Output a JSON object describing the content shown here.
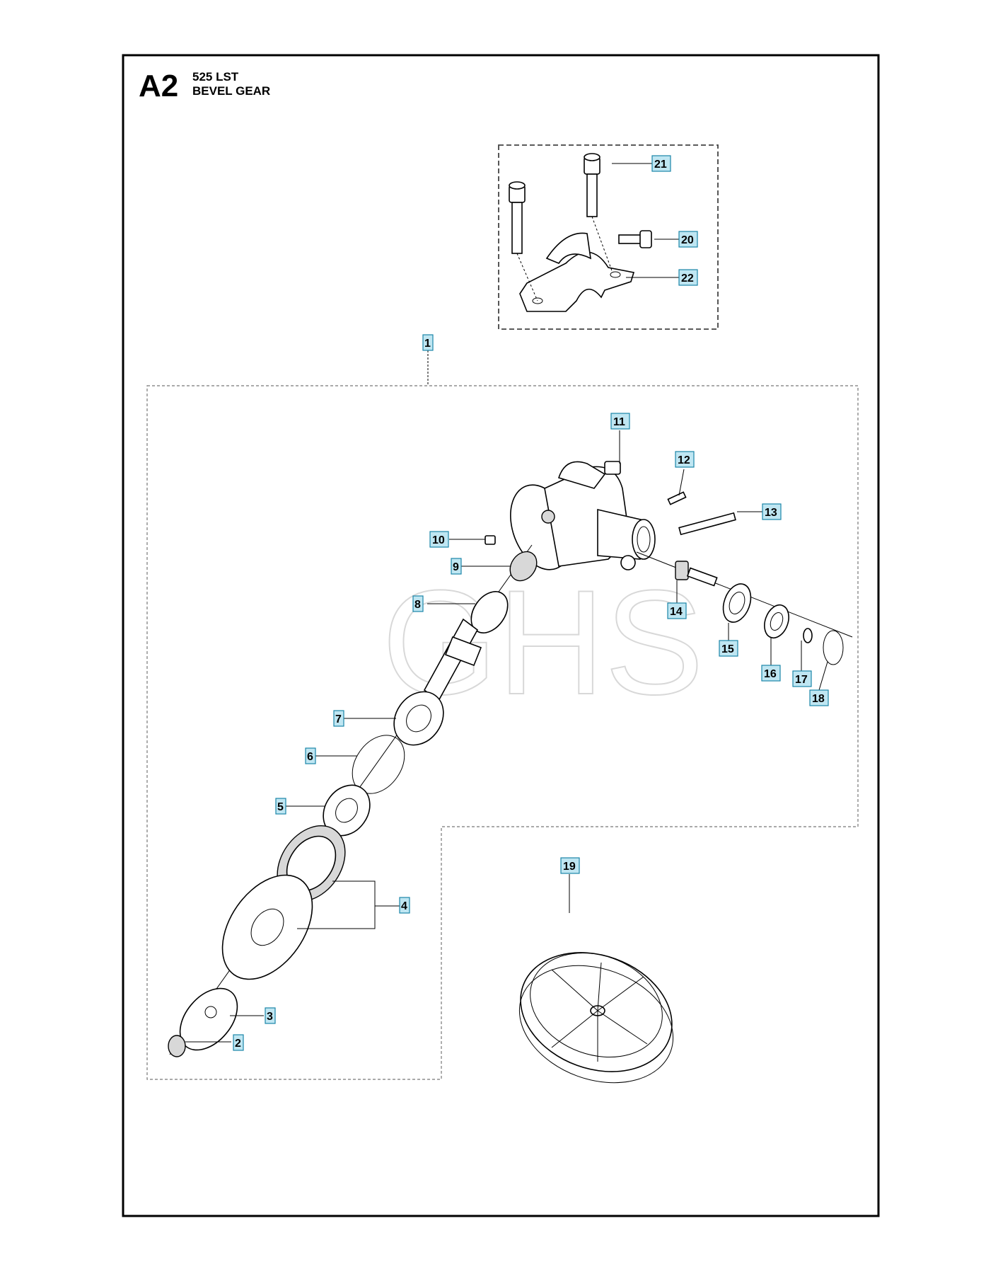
{
  "header": {
    "section_code": "A2",
    "model": "525 LST",
    "title": "BEVEL GEAR"
  },
  "watermark": {
    "text": "GHS"
  },
  "callouts": [
    {
      "id": "c1",
      "label": "1"
    },
    {
      "id": "c2",
      "label": "2"
    },
    {
      "id": "c3",
      "label": "3"
    },
    {
      "id": "c4",
      "label": "4"
    },
    {
      "id": "c5",
      "label": "5"
    },
    {
      "id": "c6",
      "label": "6"
    },
    {
      "id": "c7",
      "label": "7"
    },
    {
      "id": "c8",
      "label": "8"
    },
    {
      "id": "c9",
      "label": "9"
    },
    {
      "id": "c10",
      "label": "10"
    },
    {
      "id": "c11",
      "label": "11"
    },
    {
      "id": "c12",
      "label": "12"
    },
    {
      "id": "c13",
      "label": "13"
    },
    {
      "id": "c14",
      "label": "14"
    },
    {
      "id": "c15",
      "label": "15"
    },
    {
      "id": "c16",
      "label": "16"
    },
    {
      "id": "c17",
      "label": "17"
    },
    {
      "id": "c18",
      "label": "18"
    },
    {
      "id": "c19",
      "label": "19"
    },
    {
      "id": "c20",
      "label": "20"
    },
    {
      "id": "c21",
      "label": "21"
    },
    {
      "id": "c22",
      "label": "22"
    }
  ],
  "colors": {
    "callout_fill": "#bfe6f2",
    "callout_border": "#1b86a8",
    "frame": "#000000"
  }
}
